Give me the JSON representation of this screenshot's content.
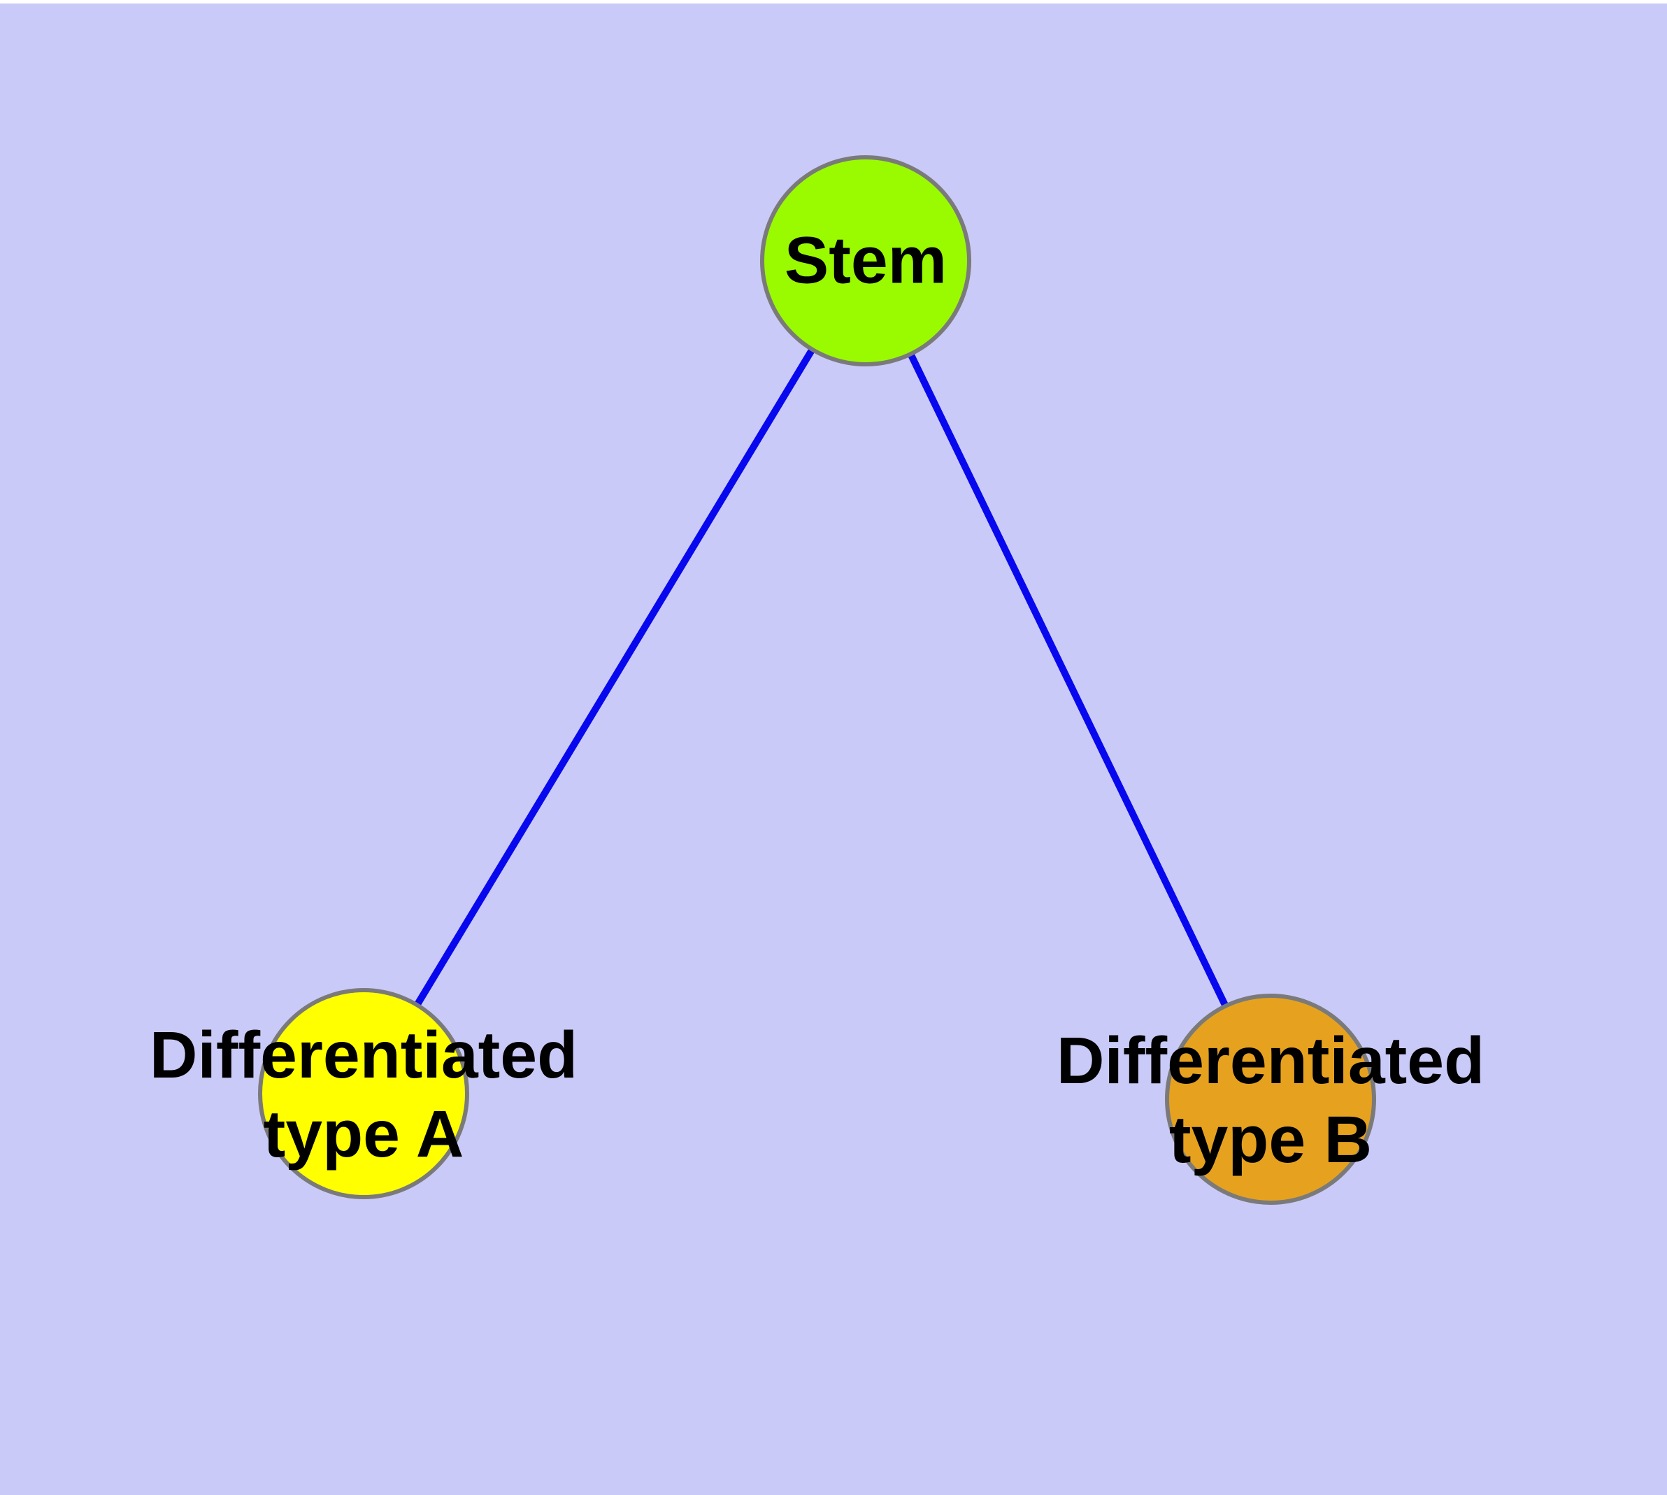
{
  "diagram": {
    "background_color": "#cacaf8",
    "top_margin_color": "#ffffff",
    "node_border_color": "#7a7a7a",
    "edge": {
      "color": "#0808ef",
      "width": "10"
    },
    "nodes": {
      "stem": {
        "label": "Stem",
        "fill": "#9afb00"
      },
      "type_a": {
        "label_line1": "Differentiated",
        "label_line2": "type A",
        "fill": "#ffff00"
      },
      "type_b": {
        "label_line1": "Differentiated",
        "label_line2": "type B",
        "fill": "#e6a21f"
      }
    },
    "edges": [
      {
        "from": "stem",
        "to": "type_a"
      },
      {
        "from": "stem",
        "to": "type_b"
      }
    ]
  }
}
